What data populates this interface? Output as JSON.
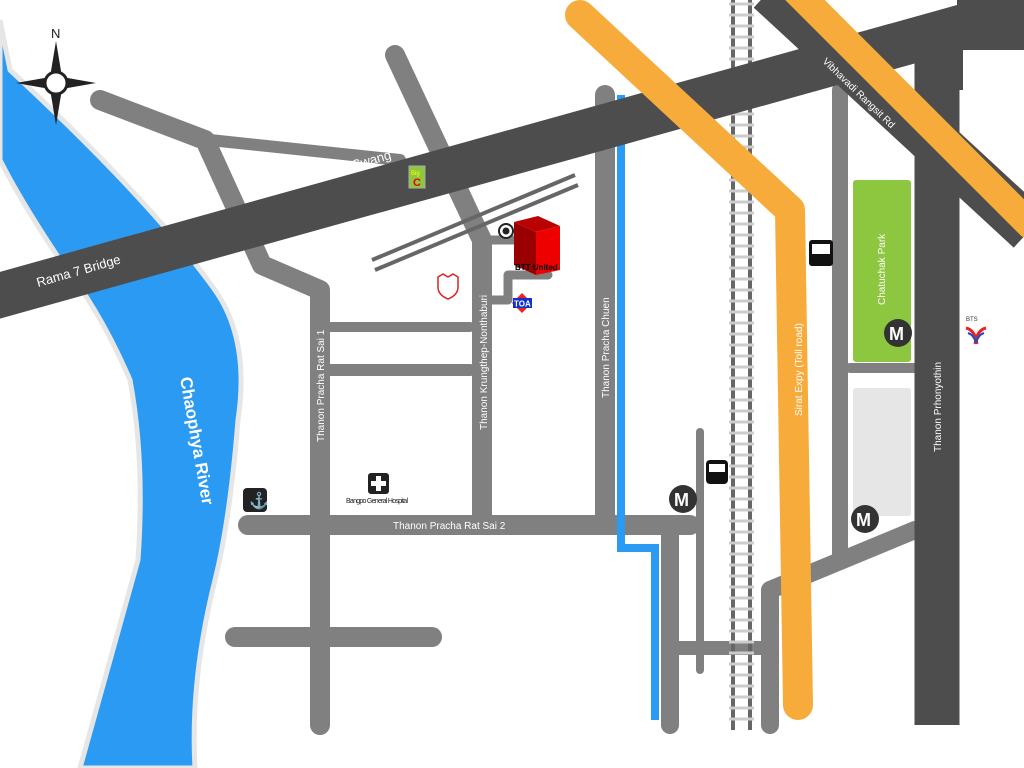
{
  "compass": {
    "north": "N"
  },
  "roads": {
    "rama7": "Rama 7 Bridge",
    "wong_swang": "Thanon Wong Swang",
    "vibhavadi": "Vibhavadi Rangsit Rd",
    "pracha_rat_sai_1": "Thanon Pracha Rat Sai 1",
    "krungthep_nonthaburi": "Thanon Krungthep-Nonthaburi",
    "pracha_chuen": "Thanon Pracha Chuen",
    "sirat": "Sirat Expy (Toll road)",
    "phahonyothin": "Thanon Prhonyothin",
    "pracha_rat_sai_2": "Thanon Pracha Rat Sai 2"
  },
  "places": {
    "river": "Chaophya River",
    "park": "Chatuchak Park",
    "hospital": "Bangpo General Hospital",
    "target": "BTT United",
    "toa": "TOA",
    "bigc_top": "Big",
    "bigc_bottom": "C",
    "bts": "BTS",
    "metro": "M"
  },
  "colors": {
    "river": "#2b9af3",
    "expressway": "#f7ab3b",
    "main_road": "#4d4d4d",
    "road": "#808080",
    "park": "#8dc63f",
    "target": "#dd0000"
  }
}
